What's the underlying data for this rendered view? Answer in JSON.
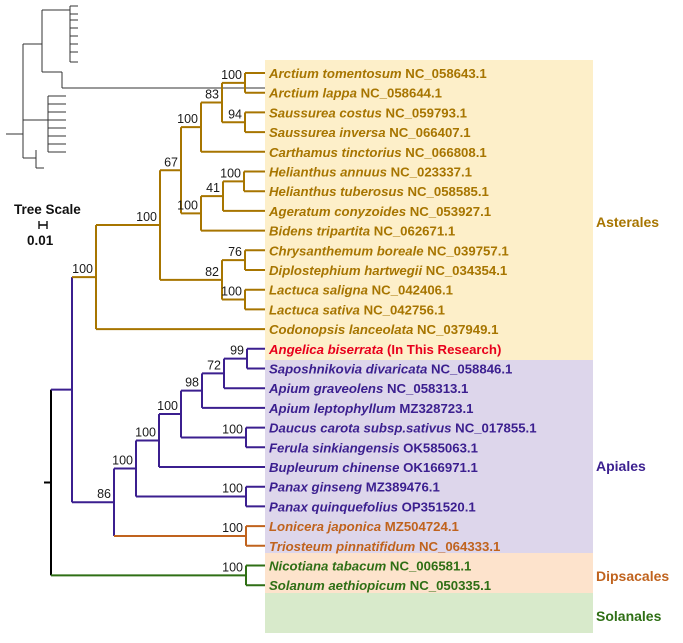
{
  "colors": {
    "asterales": "#a77500",
    "asterales_bg": "#fdefc9",
    "apiales": "#3b1f8f",
    "apiales_bg": "#ddd6eb",
    "dipsacales": "#c0631e",
    "dipsacales_bg": "#fde3cc",
    "solanales": "#2f6f15",
    "solanales_bg": "#d8eacb",
    "highlight": "#e8001c",
    "root": "#000000"
  },
  "scale": {
    "title": "Tree Scale",
    "value": "0.01"
  },
  "clades": [
    {
      "id": "asterales",
      "label": "Asterales"
    },
    {
      "id": "apiales",
      "label": "Apiales"
    },
    {
      "id": "dipsacales",
      "label": "Dipsacales"
    },
    {
      "id": "solanales",
      "label": "Solanales"
    }
  ],
  "taxa": [
    {
      "species": "Arctium tomentosum",
      "accession": "NC_058643.1",
      "clade": "asterales"
    },
    {
      "species": "Arctium lappa",
      "accession": "NC_058644.1",
      "clade": "asterales"
    },
    {
      "species": "Saussurea costus",
      "accession": "NC_059793.1",
      "clade": "asterales"
    },
    {
      "species": "Saussurea inversa",
      "accession": "NC_066407.1",
      "clade": "asterales"
    },
    {
      "species": "Carthamus tinctorius",
      "accession": "NC_066808.1",
      "clade": "asterales"
    },
    {
      "species": "Helianthus annuus",
      "accession": "NC_023337.1",
      "clade": "asterales"
    },
    {
      "species": "Helianthus tuberosus",
      "accession": "NC_058585.1",
      "clade": "asterales"
    },
    {
      "species": "Ageratum conyzoides",
      "accession": "NC_053927.1",
      "clade": "asterales"
    },
    {
      "species": "Bidens tripartita",
      "accession": "NC_062671.1",
      "clade": "asterales"
    },
    {
      "species": "Chrysanthemum boreale",
      "accession": "NC_039757.1",
      "clade": "asterales"
    },
    {
      "species": "Diplostephium hartwegii",
      "accession": "NC_034354.1",
      "clade": "asterales"
    },
    {
      "species": "Lactuca saligna",
      "accession": "NC_042406.1",
      "clade": "asterales"
    },
    {
      "species": "Lactuca sativa",
      "accession": "NC_042756.1",
      "clade": "asterales"
    },
    {
      "species": "Codonopsis lanceolata",
      "accession": "NC_037949.1",
      "clade": "asterales"
    },
    {
      "species": "Angelica biserrata",
      "accession": "(In This Research)",
      "clade": "apiales",
      "highlight": true
    },
    {
      "species": "Saposhnikovia divaricata",
      "accession": "NC_058846.1",
      "clade": "apiales"
    },
    {
      "species": "Apium graveolens",
      "accession": "NC_058313.1",
      "clade": "apiales"
    },
    {
      "species": "Apium leptophyllum",
      "accession": "MZ328723.1",
      "clade": "apiales"
    },
    {
      "species": "Daucus carota subsp.sativus",
      "accession": "NC_017855.1",
      "clade": "apiales"
    },
    {
      "species": "Ferula sinkiangensis",
      "accession": "OK585063.1",
      "clade": "apiales"
    },
    {
      "species": "Bupleurum chinense",
      "accession": "OK166971.1",
      "clade": "apiales"
    },
    {
      "species": "Panax ginseng",
      "accession": "MZ389476.1",
      "clade": "apiales"
    },
    {
      "species": "Panax quinquefolius",
      "accession": "OP351520.1",
      "clade": "apiales"
    },
    {
      "species": "Lonicera japonica",
      "accession": "MZ504724.1",
      "clade": "dipsacales"
    },
    {
      "species": "Triosteum pinnatifidum",
      "accession": "NC_064333.1",
      "clade": "dipsacales"
    },
    {
      "species": "Nicotiana tabacum",
      "accession": "NC_006581.1",
      "clade": "solanales"
    },
    {
      "species": "Solanum aethiopicum",
      "accession": "NC_050335.1",
      "clade": "solanales"
    }
  ],
  "bootstrap": [
    {
      "node": "arctium",
      "value": "100"
    },
    {
      "node": "arctium_saussurea",
      "value": "83"
    },
    {
      "node": "saussurea",
      "value": "94"
    },
    {
      "node": "cardueae",
      "value": "100"
    },
    {
      "node": "helianthus",
      "value": "100"
    },
    {
      "node": "helianthus_ageratum",
      "value": "41"
    },
    {
      "node": "heliantheae",
      "value": "100"
    },
    {
      "node": "carduoideae_heliantheae",
      "value": "67"
    },
    {
      "node": "chrys_diplo",
      "value": "76"
    },
    {
      "node": "lactuca",
      "value": "100"
    },
    {
      "node": "astereae_lactuca",
      "value": "82"
    },
    {
      "node": "asteraceae",
      "value": "100"
    },
    {
      "node": "asterales",
      "value": "100"
    },
    {
      "node": "angelica_saposh",
      "value": "99"
    },
    {
      "node": "angelica_group",
      "value": "72"
    },
    {
      "node": "apium",
      "value": "98"
    },
    {
      "node": "daucus_ferula",
      "value": "100"
    },
    {
      "node": "apiaceae_core",
      "value": "100"
    },
    {
      "node": "apiaceae",
      "value": "100"
    },
    {
      "node": "panax",
      "value": "100"
    },
    {
      "node": "apiales",
      "value": "100"
    },
    {
      "node": "apiales_dipsacales",
      "value": "86"
    },
    {
      "node": "dipsacales",
      "value": "100"
    },
    {
      "node": "solanales",
      "value": "100"
    }
  ]
}
